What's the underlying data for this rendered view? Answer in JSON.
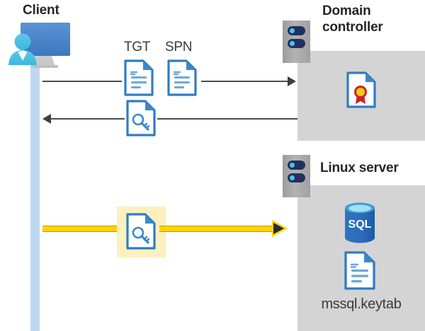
{
  "diagram": {
    "title_client": "Client",
    "title_domain_controller": "Domain controller",
    "title_linux_server": "Linux server",
    "labels": {
      "tgt": "TGT",
      "spn": "SPN",
      "keytab_file": "mssql.keytab",
      "sql": "SQL"
    },
    "icons": {
      "client": "user-with-monitor-icon",
      "tgt_doc": "document-icon",
      "spn_doc": "document-icon",
      "ticket_key_doc": "document-with-key-icon",
      "service_ticket_doc": "document-with-key-icon",
      "certificate": "document-with-certificate-icon",
      "database": "sql-database-icon",
      "keytab_doc": "document-icon",
      "server_dc": "server-rack-icon",
      "server_linux": "server-rack-icon"
    },
    "colors": {
      "panel_gray": "#d4d4d4",
      "lifeline_blue": "#bdd7f0",
      "highlight_yellow": "#fdf0bf",
      "arrow_yellow": "#ffd400",
      "arrow_gray": "#4a4a4a",
      "doc_blue": "#2f7cc4",
      "sql_blue": "#2a6fc0",
      "cert_red": "#cc2229",
      "cert_gold": "#f5cc12",
      "title_text": "#262626"
    },
    "flows": [
      {
        "name": "request-tgt-spn",
        "direction": "client-to-domain-controller",
        "labels": [
          "TGT",
          "SPN"
        ]
      },
      {
        "name": "issue-ticket",
        "direction": "domain-controller-to-client",
        "labels": []
      },
      {
        "name": "present-service-ticket",
        "direction": "client-to-linux-server",
        "highlighted": true,
        "labels": []
      }
    ]
  }
}
